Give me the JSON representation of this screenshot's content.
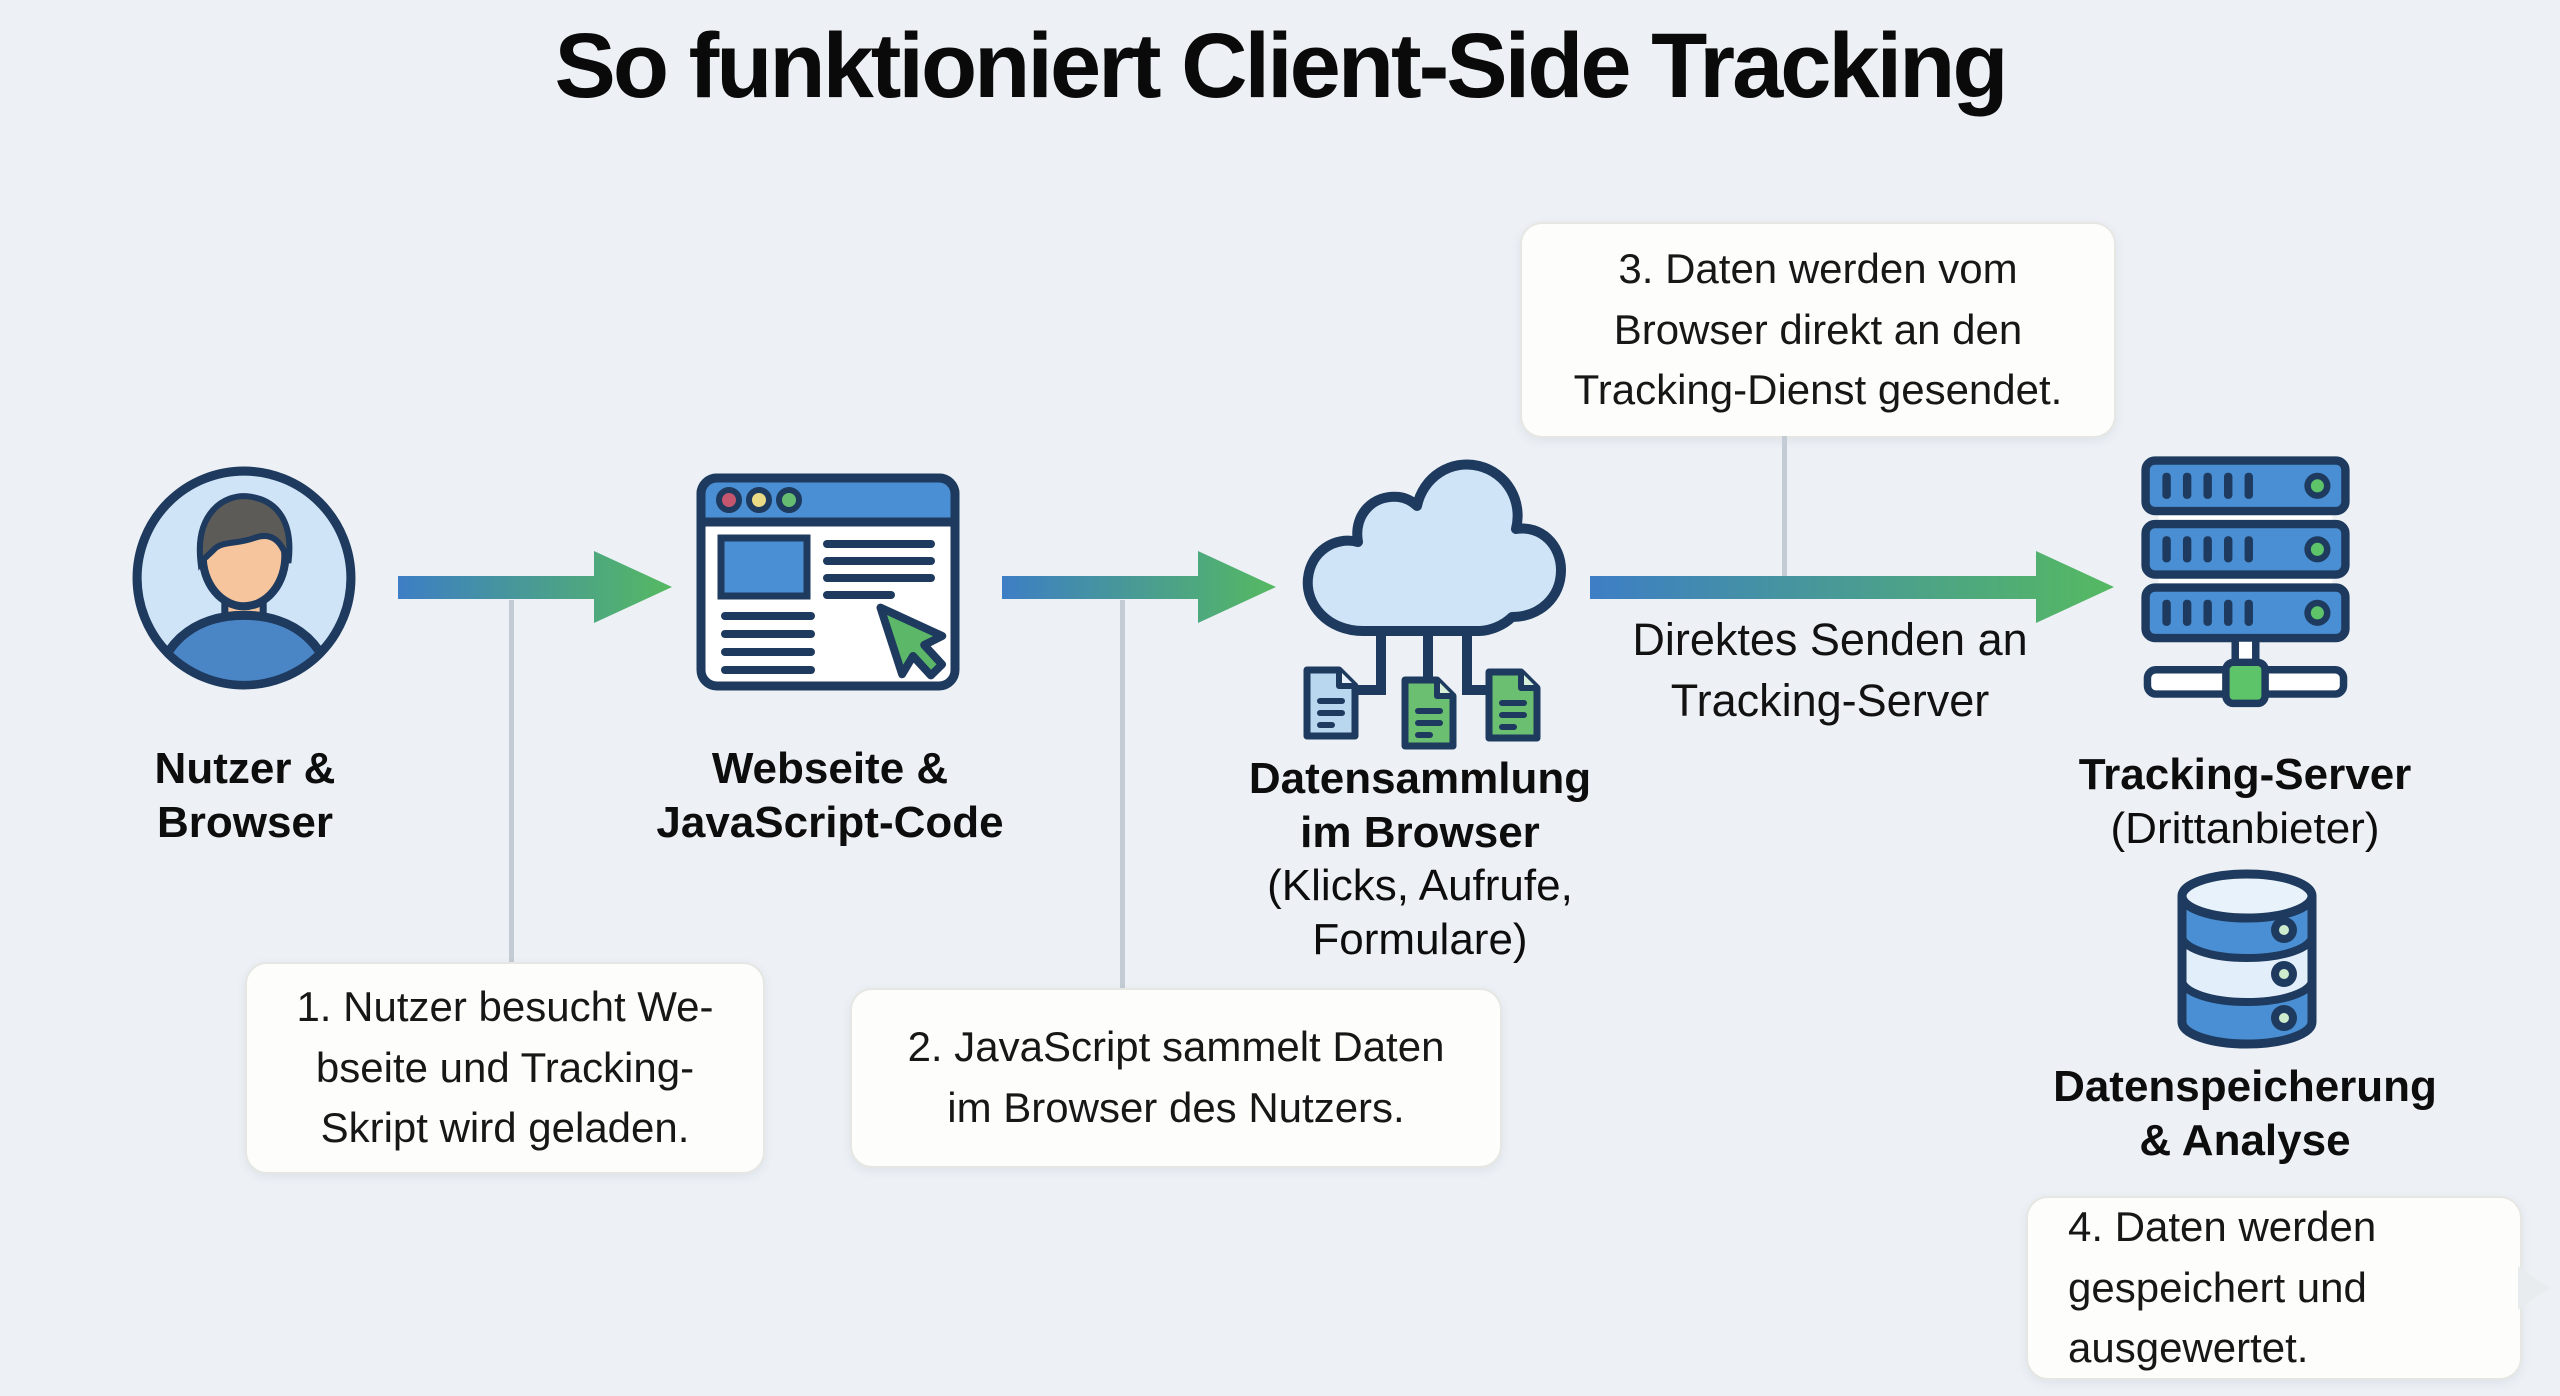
{
  "meta": {
    "kind": "infographic-flow-diagram",
    "language": "de"
  },
  "title": "So funktioniert Client-Side Tracking",
  "nodes": {
    "user": {
      "icon": "user-avatar-icon",
      "label1": "Nutzer &",
      "label2": "Browser"
    },
    "website": {
      "icon": "browser-window-icon",
      "label1": "Webseite &",
      "label2": "JavaScript-Code"
    },
    "collection": {
      "icon": "cloud-data-icon",
      "label1": "Datensammlung",
      "label2": "im Browser",
      "sub1": "(Klicks, Aufrufe,",
      "sub2": "Formulare)"
    },
    "server": {
      "icon": "server-stack-icon",
      "label1": "Tracking-Server",
      "sub1": "(Drittanbieter)"
    },
    "storage": {
      "icon": "database-icon",
      "label1": "Datenspeicherung",
      "label2": "& Analyse"
    }
  },
  "arrows": {
    "a1": {
      "icon": "flow-arrow-icon"
    },
    "a2": {
      "icon": "flow-arrow-icon"
    },
    "a3": {
      "icon": "flow-arrow-icon",
      "label1": "Direktes Senden an",
      "label2": "Tracking-Server"
    }
  },
  "callouts": {
    "step1": {
      "line1": "1. Nutzer besucht We-",
      "line2": "bseite und Tracking-",
      "line3": "Skript wird geladen."
    },
    "step2": {
      "line1": "2. JavaScript sammelt Daten",
      "line2": "im Browser des Nutzers."
    },
    "step3": {
      "line1": "3. Daten werden vom",
      "line2": "Browser direkt an den",
      "line3": "Tracking-Dienst gesendet."
    },
    "step4": {
      "line1": "4. Daten werden",
      "line2": "gespeichert und",
      "line3": "ausgewertet."
    }
  },
  "colors": {
    "background": "#edf1f6",
    "outline_navy": "#1e3a5e",
    "fill_blue": "#4a8fd3",
    "fill_light_blue": "#cfe4f6",
    "accent_green": "#5cb868",
    "doc_blue": "#b9d7ef",
    "arrow_gradient_start": "#3d7ec5",
    "arrow_gradient_end": "#55b961",
    "callout_bg": "#fdfdfc",
    "connector_gray": "#c3ccd4",
    "text": "#141414"
  }
}
